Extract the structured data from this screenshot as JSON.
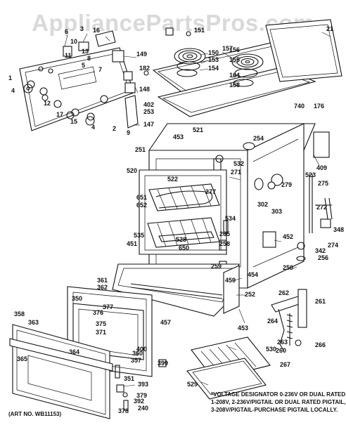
{
  "watermark": "AppliancePartsPros.com",
  "art_number": "(ART NO. WB11153)",
  "voltage_note": {
    "line1": "*VOLTAGE DESIGNATOR 0-236V OR DUAL RATED",
    "line2": "1-208V, 2-236V/PIGTAIL OR DUAL RATED PIGTAIL,",
    "line3": "3-208V/PIGTAIL-PURCHASE PIGTAIL LOCALLY."
  },
  "part_labels": [
    "6",
    "3",
    "10",
    "13",
    "16",
    "11",
    "8",
    "5",
    "4",
    "12",
    "1",
    "17",
    "15",
    "4",
    "2",
    "7",
    "149",
    "182",
    "148",
    "402",
    "253",
    "9",
    "147",
    "151",
    "150",
    "153",
    "154",
    "157",
    "156",
    "155",
    "164",
    "158",
    "21",
    "740",
    "176",
    "521",
    "453",
    "254",
    "251",
    "532",
    "271",
    "520",
    "522",
    "277",
    "651",
    "652",
    "534",
    "528",
    "535",
    "451",
    "650",
    "265",
    "258",
    "259",
    "454",
    "361",
    "362",
    "459",
    "350",
    "377",
    "376",
    "457",
    "358",
    "363",
    "375",
    "371",
    "400",
    "365",
    "364",
    "360",
    "357",
    "399",
    "351",
    "393",
    "379",
    "378",
    "392",
    "240",
    "409",
    "523",
    "279",
    "302",
    "303",
    "275",
    "272",
    "348",
    "274",
    "342",
    "256",
    "452",
    "250",
    "252",
    "453",
    "262",
    "264",
    "261",
    "263",
    "260",
    "267",
    "266",
    "530",
    "529"
  ]
}
